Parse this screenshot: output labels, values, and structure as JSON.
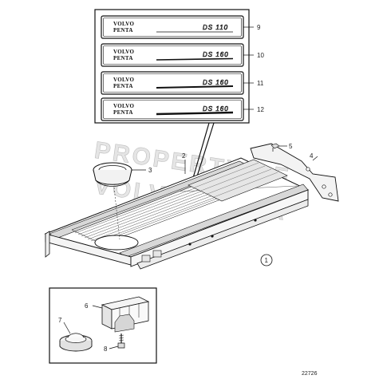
{
  "diagram": {
    "drawing_number": "22726",
    "watermark": {
      "line1": "PROPERTY OF",
      "line2": "VOLVO PENTA"
    },
    "emblems": [
      {
        "callout": "9",
        "brand_line1": "VOLVO",
        "brand_line2": "PENTA",
        "model": "DS 110"
      },
      {
        "callout": "10",
        "brand_line1": "VOLVO",
        "brand_line2": "PENTA",
        "model": "DS 160"
      },
      {
        "callout": "11",
        "brand_line1": "VOLVO",
        "brand_line2": "PENTA",
        "model": "DS 160"
      },
      {
        "callout": "12",
        "brand_line1": "VOLVO",
        "brand_line2": "PENTA",
        "model": "DS 160"
      }
    ],
    "callouts": {
      "plate": "2",
      "seal_ring": "3",
      "bracket": "4",
      "screw_top": "5",
      "assembly": "1",
      "damper_block": "6",
      "rubber_foot": "7",
      "bolt": "8"
    }
  }
}
